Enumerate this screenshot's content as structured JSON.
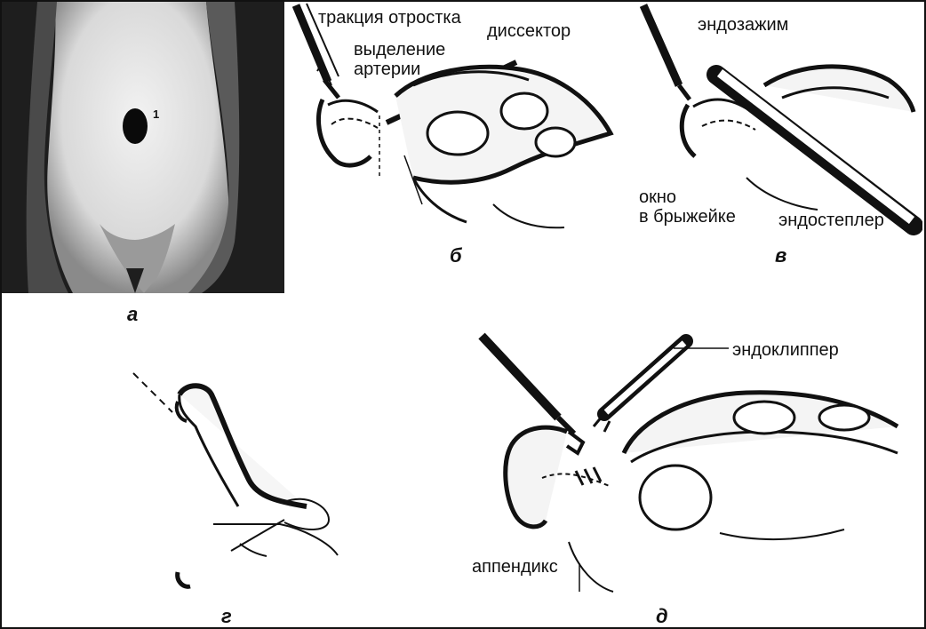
{
  "panels": {
    "a": {
      "letter": "а",
      "marker": "1"
    },
    "b": {
      "letter": "б",
      "labels": {
        "traction": "тракция отростка",
        "isolation_line1": "выделение",
        "isolation_line2": "артерии",
        "dissector": "диссектор"
      }
    },
    "c": {
      "letter": "в",
      "labels": {
        "endo_clamp": "эндозажим",
        "window_line1": "окно",
        "window_line2": "в брыжейке",
        "endo_stapler": "эндостеплер"
      }
    },
    "d": {
      "letter": "г"
    },
    "e": {
      "letter": "д",
      "labels": {
        "endo_clipper": "эндоклиппер",
        "appendix": "аппендикс"
      }
    }
  }
}
